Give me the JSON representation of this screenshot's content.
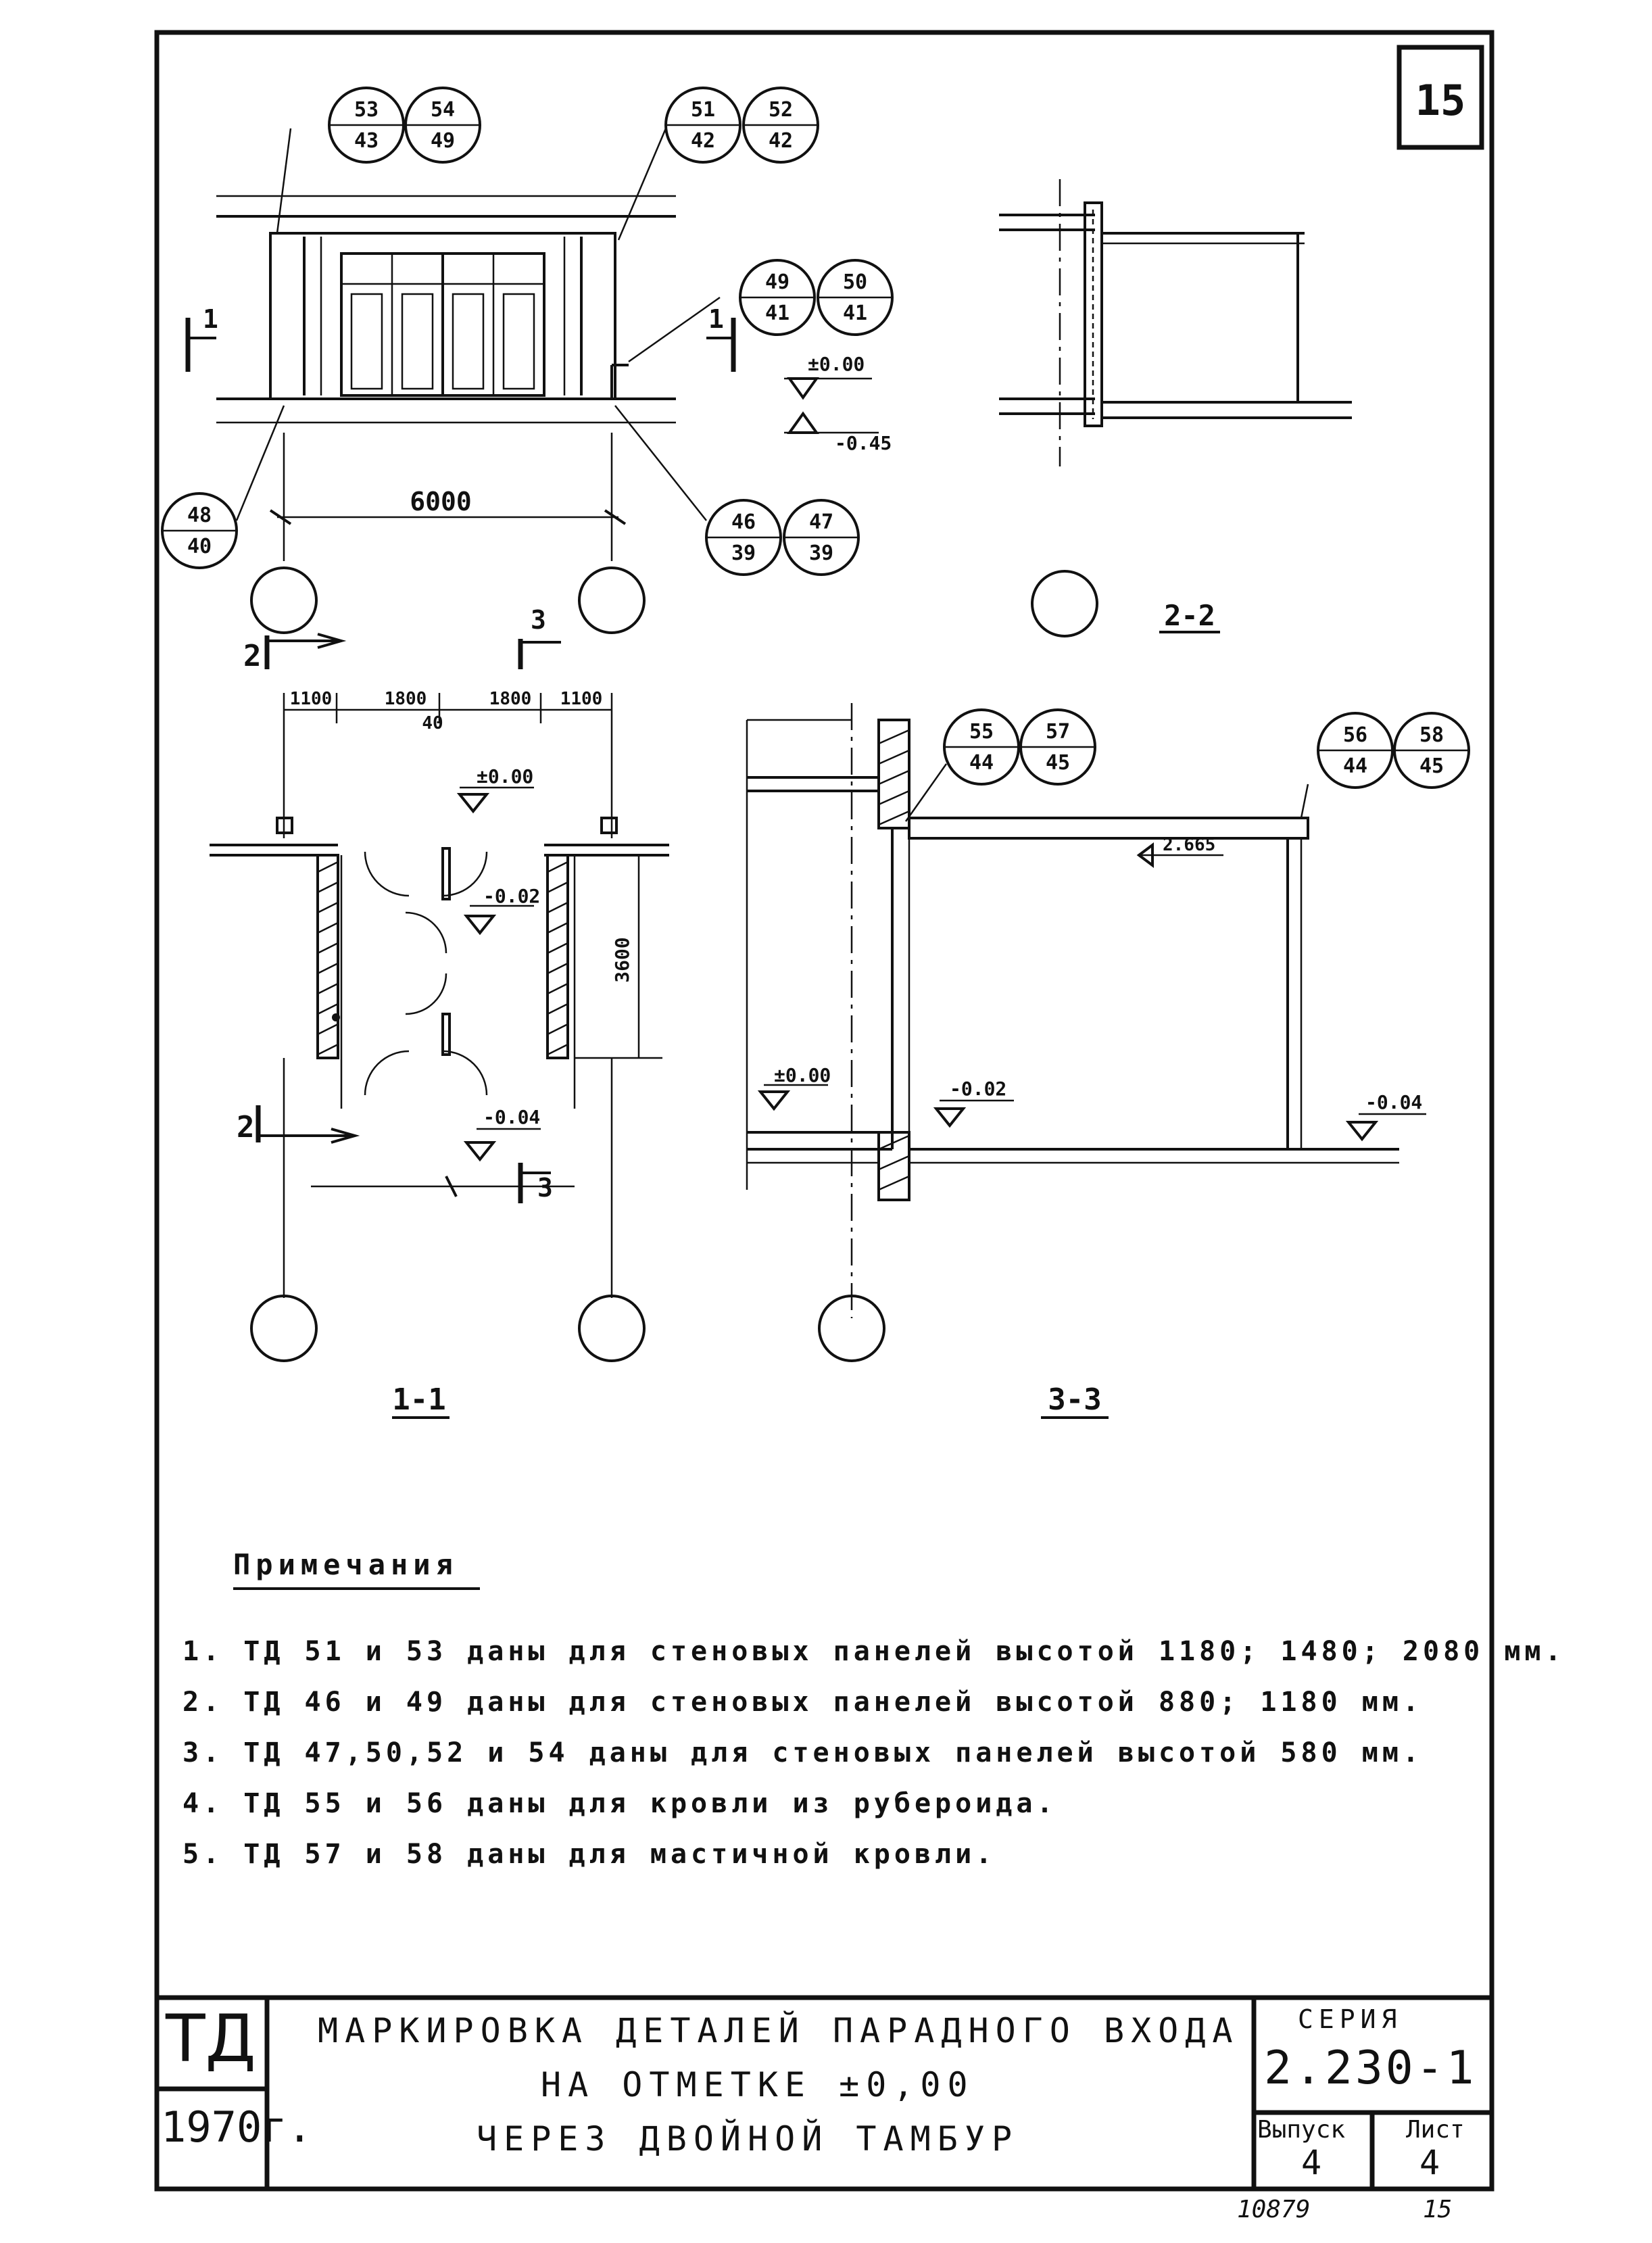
{
  "sheet_number": "15",
  "elevation": {
    "dimension": "6000",
    "levels": [
      "±0.00",
      "-0.45"
    ],
    "bubbles": [
      {
        "top": "53",
        "bottom": "43"
      },
      {
        "top": "54",
        "bottom": "49"
      },
      {
        "top": "51",
        "bottom": "42"
      },
      {
        "top": "52",
        "bottom": "42"
      },
      {
        "top": "49",
        "bottom": "41"
      },
      {
        "top": "50",
        "bottom": "41"
      },
      {
        "top": "48",
        "bottom": "40"
      },
      {
        "top": "46",
        "bottom": "39"
      },
      {
        "top": "47",
        "bottom": "39"
      }
    ],
    "cut_marks": [
      "1",
      "1"
    ]
  },
  "section_2_2": {
    "label": "2-2"
  },
  "section_1_1": {
    "label": "1-1",
    "dims_top": [
      "1100",
      "1800",
      "1800",
      "1100"
    ],
    "dim_sub": "40",
    "dim_side": "3600",
    "levels": [
      "±0.00",
      "-0.02",
      "-0.04"
    ],
    "cut_marks": [
      "2",
      "3",
      "2",
      "3"
    ]
  },
  "section_3_3": {
    "label": "3-3",
    "levels": [
      "±0.00",
      "-0.02",
      "-0.04",
      "2.665"
    ],
    "bubbles": [
      {
        "top": "55",
        "bottom": "44"
      },
      {
        "top": "57",
        "bottom": "45"
      },
      {
        "top": "56",
        "bottom": "44"
      },
      {
        "top": "58",
        "bottom": "45"
      }
    ]
  },
  "notes": {
    "heading": "Примечания",
    "items": [
      "1. ТД 51 и 53   даны для стеновых панелей высотой 1180; 1480; 2080 мм.",
      "2. ТД 46 и 49   даны для стеновых панелей высотой 880; 1180 мм.",
      "3. ТД 47,50,52 и 54  даны для стеновых панелей высотой 580 мм.",
      "4. ТД 55 и 56   даны для кровли из рубероида.",
      "5. ТД 57 и 58   даны для мастичной кровли."
    ]
  },
  "title_block": {
    "logo": "ТД",
    "year": "1970г.",
    "title_lines": [
      "Маркировка деталей парадного входа",
      "на отметке ±0,00",
      "через двойной тамбур"
    ],
    "series_label": "Серия",
    "series_value": "2.230-1",
    "issue_label": "Выпуск",
    "issue_value": "4",
    "sheet_label": "Лист",
    "sheet_value": "4"
  },
  "footer": {
    "archive_number": "10879",
    "page_mark": "15"
  }
}
